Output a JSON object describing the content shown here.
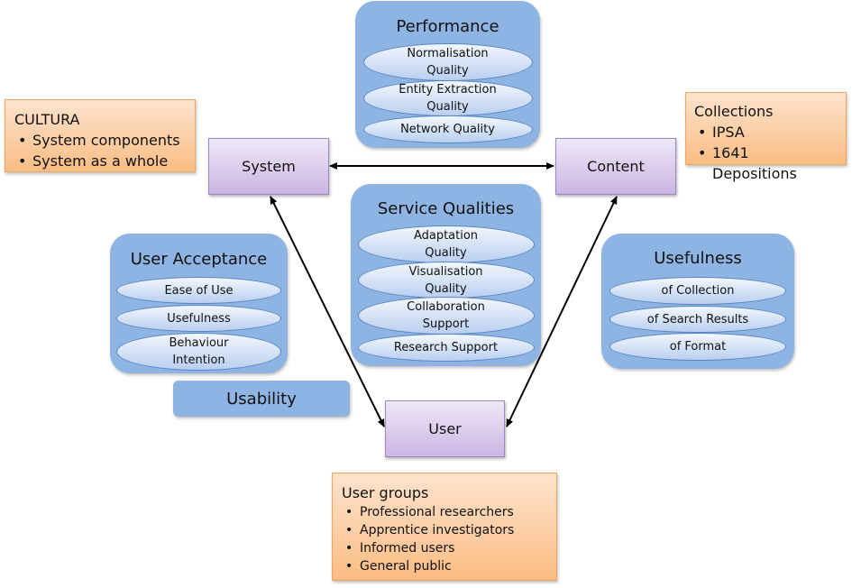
{
  "nodes": {
    "system": "System",
    "content": "Content",
    "user": "User"
  },
  "groups": {
    "performance": {
      "title": "Performance",
      "items": [
        "Normalisation Quality",
        "Entity Extraction Quality",
        "Network Quality"
      ]
    },
    "service_qualities": {
      "title": "Service Qualities",
      "items": [
        "Adaptation Quality",
        "Visualisation Quality",
        "Collaboration Support",
        "Research Support"
      ]
    },
    "user_acceptance": {
      "title": "User Acceptance",
      "items": [
        "Ease of Use",
        "Usefulness",
        "Behaviour Intention"
      ]
    },
    "usefulness": {
      "title": "Usefulness",
      "items": [
        "of Collection",
        "of Search Results",
        "of Format"
      ]
    },
    "usability": {
      "title": "Usability"
    }
  },
  "notes": {
    "cultura": {
      "title": "CULTURA",
      "items": [
        "System components",
        "System as a whole"
      ]
    },
    "collections": {
      "title": "Collections",
      "items": [
        "IPSA",
        "1641 Depositions"
      ]
    },
    "user_groups": {
      "title": "User groups",
      "items": [
        "Professional researchers",
        "Apprentice investigators",
        "Informed users",
        "General public"
      ]
    }
  },
  "edges": [
    {
      "from": "System",
      "to": "Content",
      "direction": "bidirectional"
    },
    {
      "from": "System",
      "to": "User",
      "direction": "bidirectional"
    },
    {
      "from": "Content",
      "to": "User",
      "direction": "bidirectional"
    }
  ],
  "colors": {
    "group_fill": "#8eb4e3",
    "node_fill": "#e1d5ef",
    "note_fill": "#fcc896"
  }
}
